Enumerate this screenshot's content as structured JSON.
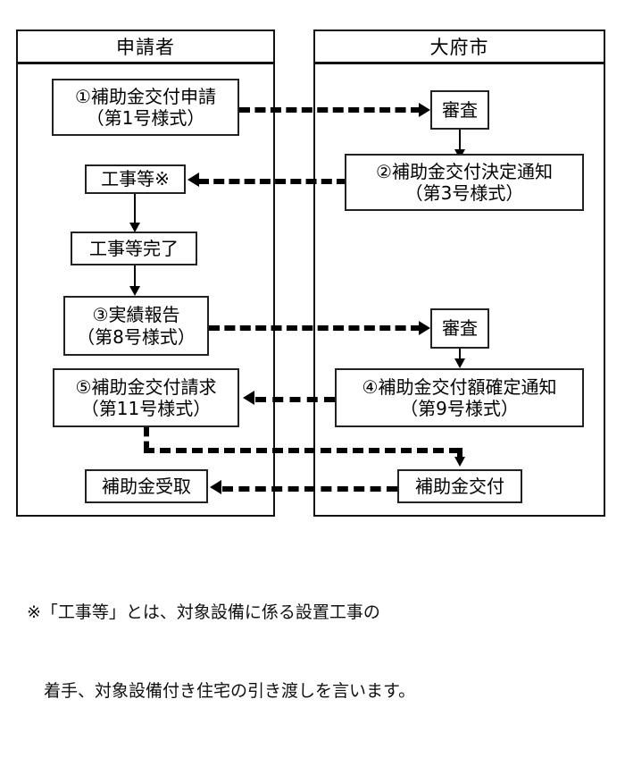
{
  "diagram": {
    "title_left": "申請者",
    "title_right": "大府市",
    "lanes": [
      {
        "name": "applicant",
        "label": "申請者"
      },
      {
        "name": "city",
        "label": "大府市"
      }
    ],
    "nodes": {
      "apply": {
        "line1": "①補助金交付申請",
        "line2": "（第1号様式）"
      },
      "review1": {
        "line1": "審査",
        "line2": ""
      },
      "grant_decision": {
        "line1": "②補助金交付決定通知",
        "line2": "（第3号様式）"
      },
      "construction": {
        "line1": "工事等※",
        "line2": ""
      },
      "construction_done": {
        "line1": "工事等完了",
        "line2": ""
      },
      "result_report": {
        "line1": "③実績報告",
        "line2": "（第8号様式）"
      },
      "review2": {
        "line1": "審査",
        "line2": ""
      },
      "amount_decision": {
        "line1": "④補助金交付額確定通知",
        "line2": "（第9号様式）"
      },
      "payment_request": {
        "line1": "⑤補助金交付請求",
        "line2": "（第11号様式）"
      },
      "receive_subsidy": {
        "line1": "補助金受取",
        "line2": ""
      },
      "pay_subsidy": {
        "line1": "補助金交付",
        "line2": ""
      }
    },
    "footnote": {
      "line1": "※「工事等」とは、対象設備に係る設置工事の",
      "line2": "　着手、対象設備付き住宅の引き渡しを言います。"
    },
    "colors": {
      "line": "#000000",
      "box_border": "#222222",
      "background": "#ffffff"
    }
  }
}
